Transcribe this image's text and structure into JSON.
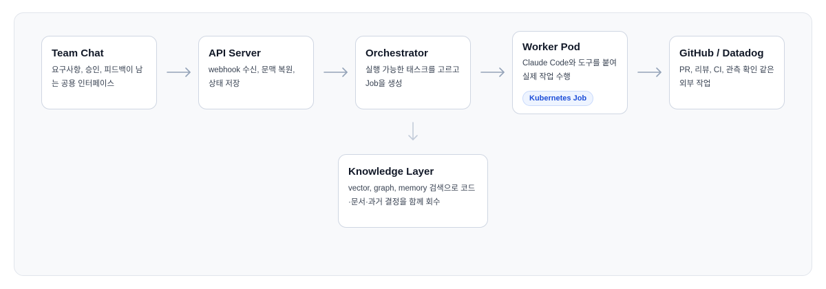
{
  "nodes": [
    {
      "title": "Team Chat",
      "desc": "요구사항, 승인, 피드백이 남는 공용 인터페이스"
    },
    {
      "title": "API Server",
      "desc": "webhook 수신, 문맥 복원, 상태 저장"
    },
    {
      "title": "Orchestrator",
      "desc": "실행 가능한 태스크를 고르고 Job을 생성"
    },
    {
      "title": "Worker Pod",
      "desc": "Claude Code와 도구를 붙여 실제 작업 수행",
      "badge": "Kubernetes Job"
    },
    {
      "title": "GitHub / Datadog",
      "desc": "PR, 리뷰, CI, 관측 확인 같은 외부 작업"
    },
    {
      "title": "Knowledge Layer",
      "desc": "vector, graph, memory 검색으로 코드·문서·과거 결정을 함께 회수"
    }
  ],
  "colors": {
    "arrow": "#94a3b8",
    "badge": "#1d4ed8"
  }
}
